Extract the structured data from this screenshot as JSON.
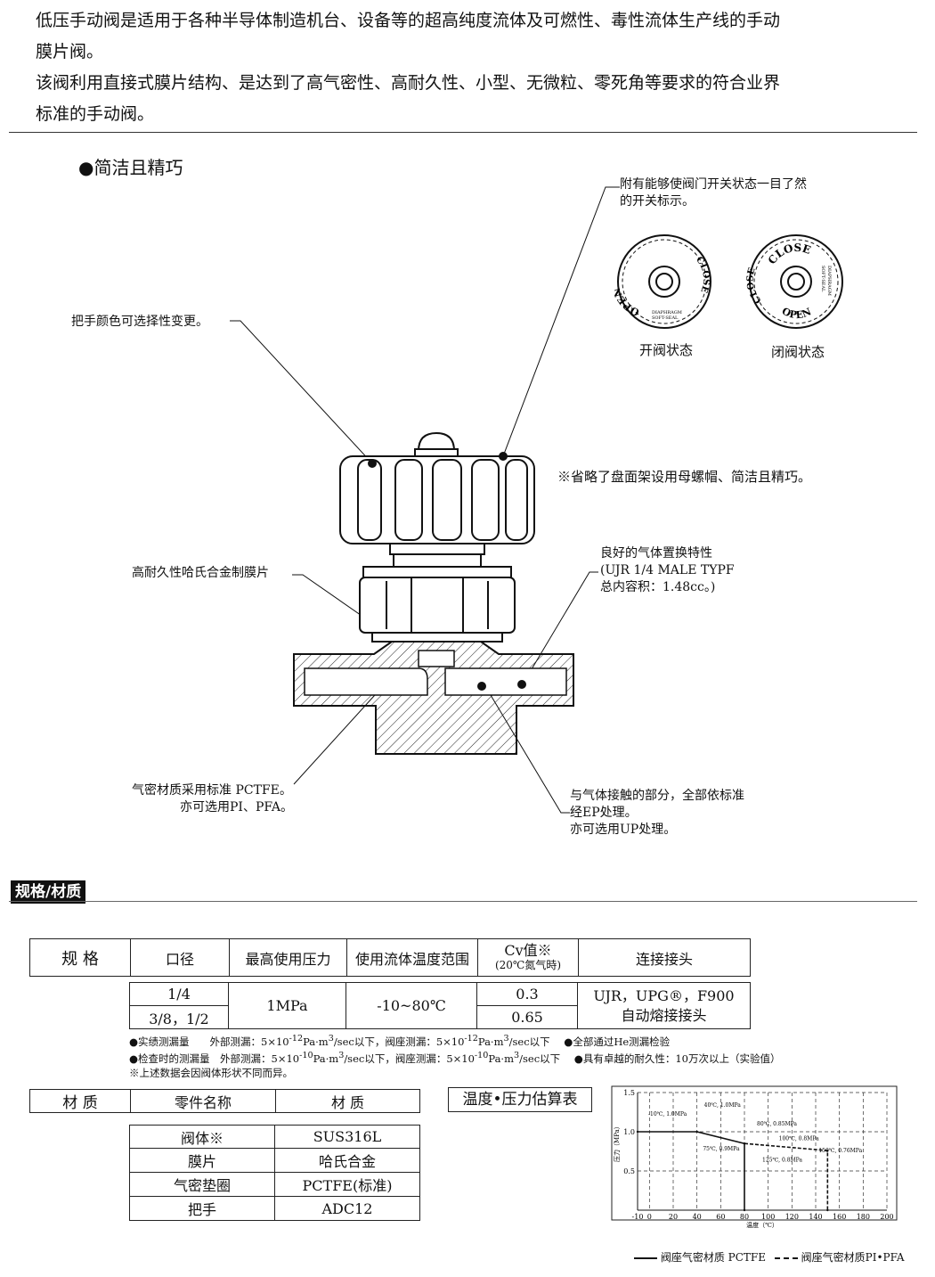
{
  "intro": {
    "line1": "低压手动阀是适用于各种半导体制造机台、设备等的超高纯度流体及可燃性、毒性流体生产线的手动",
    "line2": "膜片阀。",
    "line3": "该阀利用直接式膜片结构、是达到了高气密性、高耐久性、小型、无微粒、零死角等要求的符合业界",
    "line4": "标准的手动阀。"
  },
  "feature_heading": "●简洁且精巧",
  "callouts": {
    "indicator_1": "附有能够使阀门开关状态一目了然",
    "indicator_2": "的开关标示。",
    "handle_color": "把手颜色可选择性变更。",
    "nut_omitted": "※省略了盘面架设用母螺帽、简洁且精巧。",
    "diaphragm": "高耐久性哈氏合金制膜片",
    "purge_1": "良好的气体置换特性",
    "purge_2": "(UJR 1/4 MALE TYPF",
    "purge_3": "总内容积：1.48cc。)",
    "seal_1": "气密材质采用标准 PCTFE。",
    "seal_2": "亦可选用PI、PFA。",
    "wetted_1": "与气体接触的部分，全部依标准",
    "wetted_2": "经EP处理。",
    "wetted_3": "亦可选用UP处理。"
  },
  "knobs": {
    "open_caption": "开阀状态",
    "close_caption": "闭阀状态",
    "open_word": "OPEN",
    "close_word": "CLOSE",
    "marking_1": "DIAPHRAGM",
    "marking_2": "SOFT-SEAL"
  },
  "section_tag": "规格/材质",
  "spec": {
    "headers": {
      "spec": "规 格",
      "bore": "口径",
      "pressure": "最高使用压力",
      "temp": "使用流体温度范围",
      "cv": "Cv值※",
      "cv_sub": "(20℃氮气時)",
      "conn": "连接接头"
    },
    "bore_1": "1/4",
    "bore_2": "3/8，1/2",
    "pressure": "1MPa",
    "temp": "-10~80℃",
    "cv_1": "0.3",
    "cv_2": "0.65",
    "conn_1": "UJR，UPG®，F900",
    "conn_2": "自动熔接接头"
  },
  "leak_notes": {
    "l1a": "●实绩测漏量　　外部测漏：5×10",
    "l1b": "-12",
    "l1c": "Pa·m",
    "l1d": "3",
    "l1e": "/sec以下，阀座测漏：5×10",
    "l1f": "-12",
    "l1g": "Pa·m",
    "l1h": "3",
    "l1i": "/sec以下",
    "l1j": "●全部通过He测漏检验",
    "l2a": "●检查时的测漏量　外部测漏：5×10",
    "l2b": "-10",
    "l2c": "Pa·m",
    "l2d": "3",
    "l2e": "/sec以下，阀座测漏：5×10",
    "l2f": "-10",
    "l2g": "Pa·m",
    "l2h": "3",
    "l2i": "/sec以下",
    "l2j": "●具有卓越的耐久性：10万次以上（实验值）",
    "l3": "※上述数据会因阀体形状不同而异。"
  },
  "material": {
    "header_label": "材 质",
    "header_part": "零件名称",
    "header_material": "材 质",
    "rows": [
      {
        "part": "阀体※",
        "material": "SUS316L"
      },
      {
        "part": "膜片",
        "material": "哈氏合金"
      },
      {
        "part": "气密垫圈",
        "material": "PCTFE(标准)"
      },
      {
        "part": "把手",
        "material": "ADC12"
      }
    ]
  },
  "chart_title": "温度•压力估算表",
  "chart_data": {
    "type": "line",
    "title": "温度•压力估算表",
    "xlabel": "温度（℃）",
    "ylabel": "压力（MPa）",
    "xlim": [
      -10,
      200
    ],
    "ylim": [
      0,
      1.5
    ],
    "x_ticks": [
      "-10",
      "0",
      "20",
      "40",
      "60",
      "80",
      "100",
      "120",
      "140",
      "160",
      "180",
      "200"
    ],
    "y_ticks": [
      "0.5",
      "1.0",
      "1.5"
    ],
    "grid": true,
    "series": [
      {
        "name": "阀座气密材质 PCTFE",
        "style": "solid",
        "x": [
          -10,
          40,
          80,
          80
        ],
        "y": [
          1.0,
          1.0,
          0.85,
          0
        ]
      },
      {
        "name": "阀座气密材质PI•PFA",
        "style": "dashed",
        "x": [
          80,
          150,
          150
        ],
        "y": [
          0.85,
          0.76,
          0
        ]
      }
    ],
    "annotations": [
      {
        "text": "-10℃, 1.0MPa",
        "x": -10,
        "y": 1.0
      },
      {
        "text": "40℃, 1.0MPa",
        "x": 40,
        "y": 1.0
      },
      {
        "text": "80℃, 0.85MPa",
        "x": 80,
        "y": 0.85
      },
      {
        "text": "100℃, 0.8MPa",
        "x": 100,
        "y": 0.8
      },
      {
        "text": "150℃, 0.76MPa",
        "x": 150,
        "y": 0.76
      },
      {
        "text": "75℃, 0.9MPa",
        "x": 75,
        "y": 0.9
      },
      {
        "text": "125℃, 0.8MPa",
        "x": 125,
        "y": 0.8
      }
    ],
    "legend": {
      "solid": "阀座气密材质 PCTFE",
      "dashed": "阀座气密材质PI•PFA",
      "placement": "bottom"
    }
  }
}
